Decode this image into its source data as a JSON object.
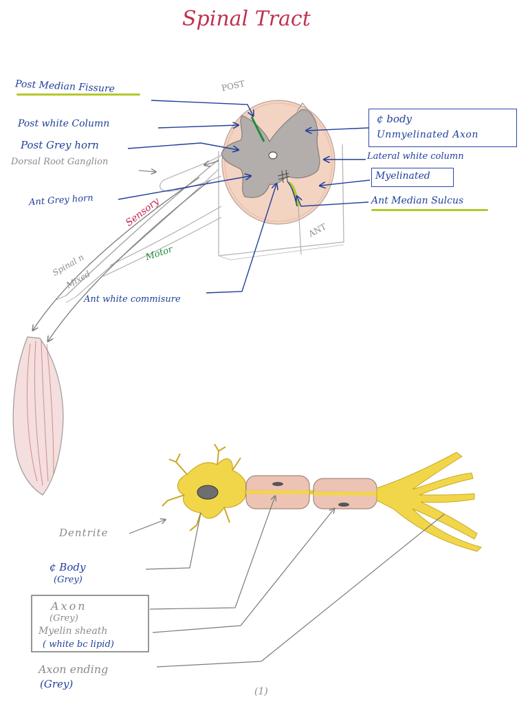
{
  "title": "Spinal Tract",
  "colors": {
    "label_blue": "#1f3f9a",
    "title_red": "#c2304f",
    "sensory_red": "#c81e4b",
    "motor_green": "#1f8a3b",
    "highlight": "#b3c82c",
    "grey_matter": "#9c9c9c",
    "white_matter": "#e8b8a0",
    "neuron_yellow": "#f2d64a",
    "myelin": "#e2a894",
    "pencil_grey": "#8a8a8a"
  },
  "spinal_cord": {
    "post": "POST",
    "ant": "ANT",
    "labels": {
      "post_median_fissure": "Post Median Fissure",
      "post_white_column": "Post white Column",
      "post_grey_horn": "Post Grey horn",
      "dorsal_root_ganglion": "Dorsal Root Ganglion",
      "ant_grey_horn": "Ant Grey horn",
      "ant_white_commissure": "Ant white commisure",
      "cell_body": "¢ body",
      "unmyelinated_axon": "Unmyelinated Axon",
      "lateral_white_column": "Lateral white column",
      "myelinated": "Myelinated",
      "ant_median_sulcus": "Ant Median Sulcus"
    },
    "nerve": {
      "sensory": "Sensory",
      "motor": "Motor",
      "spinal_mixed_line1": "Spinal n",
      "spinal_mixed_line2": "Mixed"
    }
  },
  "neuron": {
    "dendrite": "Dentrite",
    "cell_body_line1": "¢ Body",
    "cell_body_line2": "(Grey)",
    "axon_line1": "Axon",
    "axon_line2": "(Grey)",
    "myelin_line1": "Myelin sheath",
    "myelin_line2": "( white bc lipid)",
    "axon_ending_line1": "Axon ending",
    "axon_ending_line2": "(Grey)"
  },
  "page_number": "(1)"
}
